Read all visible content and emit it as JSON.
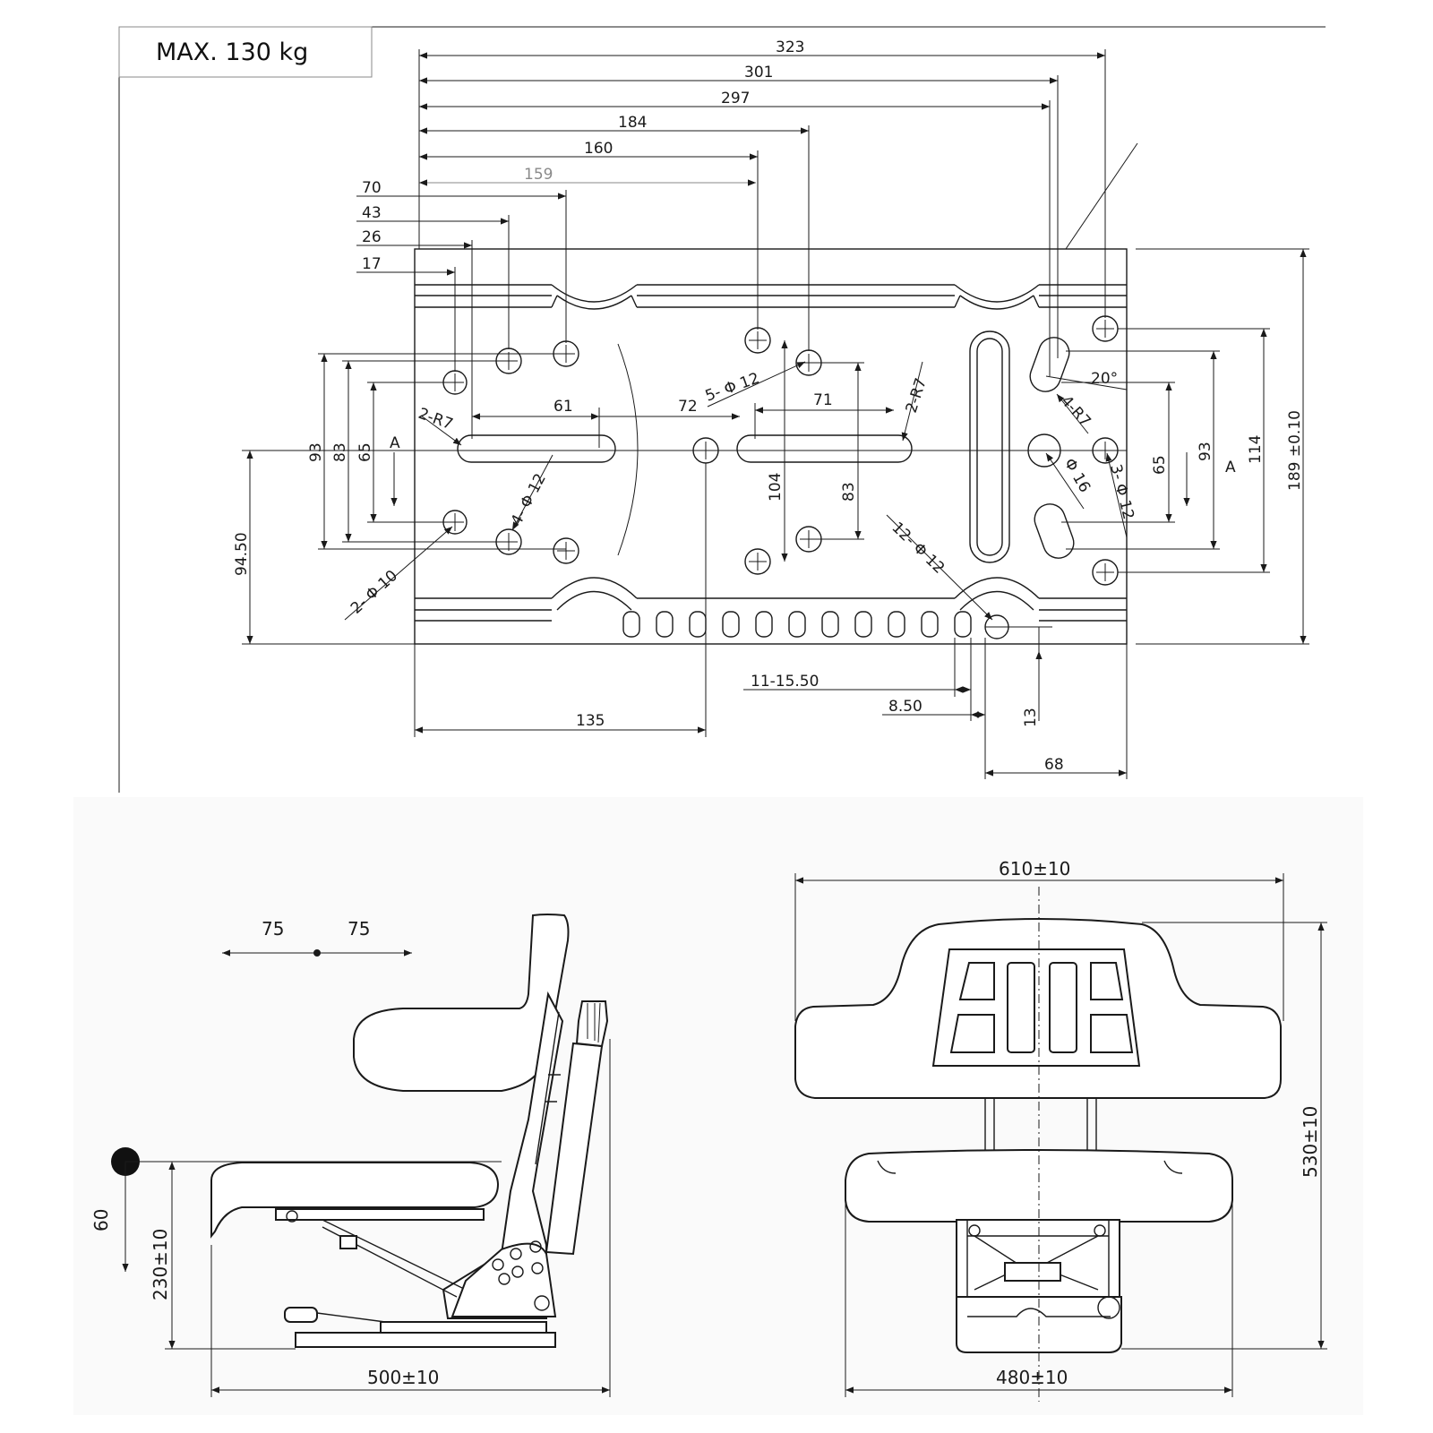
{
  "max_load_label": "MAX. 130 kg",
  "top_dims": {
    "d323": "323",
    "d301": "301",
    "d297": "297",
    "d184": "184",
    "d160": "160",
    "d159": "159",
    "d70": "70",
    "d43": "43",
    "d26": "26",
    "d17": "17",
    "d61": "61",
    "d72": "72",
    "d71": "71",
    "d93l": "93",
    "d83l": "83",
    "d65l": "65",
    "d9450": "94.50",
    "d104": "104",
    "d83m": "83",
    "d65r": "65",
    "d93r": "93",
    "d114": "114",
    "d189": "189 ±0.10",
    "d135": "135",
    "d1115": "11-15.50",
    "d850": "8.50",
    "d13": "13",
    "d68": "68",
    "angle": "20°",
    "section_left": "A",
    "section_right": "A",
    "r7_left": "2-R7",
    "r7_mid": "2-R7",
    "r7_right": "4-R7",
    "h_phi12_5": "5- Φ 12",
    "h_phi12_4": "4- Φ 12",
    "h_phi10": "2- Φ 10",
    "h_phi16": "Φ 16",
    "h_phi12_3": "3- Φ 12",
    "h_phi12_12": "12- Φ 12"
  },
  "side_view": {
    "fwd": "75",
    "back": "75",
    "travel": "60",
    "height": "230±10",
    "depth": "500±10"
  },
  "front_view": {
    "width": "610±10",
    "base": "480±10",
    "total_height": "530±10"
  }
}
